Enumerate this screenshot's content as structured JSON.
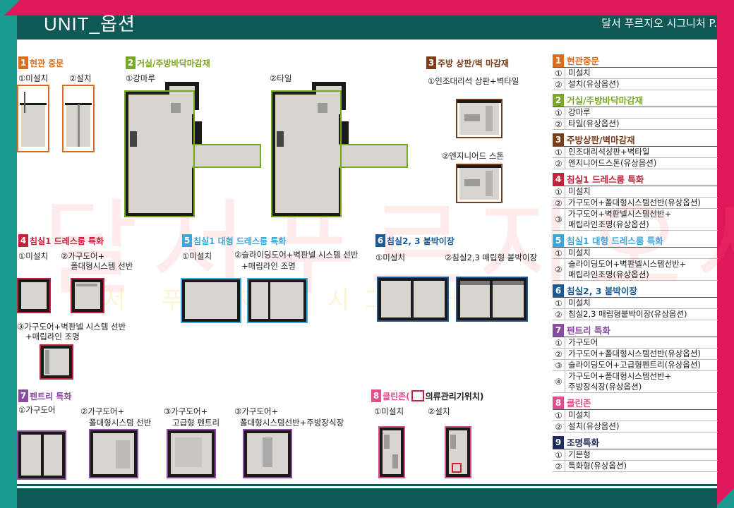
{
  "header": {
    "title": "UNIT_옵션",
    "subtitle": "달서 푸르지오 시그니처 P."
  },
  "watermark": {
    "main": "달서푸르지오시그니처",
    "secondary": "달서 푸르지오 시그니처"
  },
  "colors": {
    "orange": "#e06c1a",
    "green": "#7aa826",
    "brown": "#7a3d18",
    "red": "#c6203a",
    "lightblue": "#3ea6d8",
    "navy": "#1d5a95",
    "purple": "#8a4c9e",
    "pink": "#e14e8e",
    "darknavy": "#1c2a5c",
    "teal": "#1b9a90",
    "magenta": "#e0175a",
    "header": "#0f5a56"
  },
  "sections": {
    "s1": {
      "num": "1",
      "title": "현관 중문",
      "opt1": "①미설치",
      "opt2": "②설치"
    },
    "s2": {
      "num": "2",
      "title": "거실/주방바닥마감재",
      "opt1": "①강마루",
      "opt2": "②타일"
    },
    "s3": {
      "num": "3",
      "title": "주방 상판/벽 마감재",
      "opt1": "①인조대리석 상판+벽타일",
      "opt2": "②엔지니어드 스톤"
    },
    "s4": {
      "num": "4",
      "title": "침실1 드레스룸 특화",
      "opt1": "①미설치",
      "opt2a": "②가구도어+",
      "opt2b": "폴대형시스템 선반",
      "opt3a": "③가구도어+벽판넬 시스템 선반",
      "opt3b": "+매립라인 조명"
    },
    "s5": {
      "num": "5",
      "title": "침실1 대형 드레스룸 특화",
      "opt1": "①미설치",
      "opt2a": "②슬라이딩도어+벽판넬 시스템 선반",
      "opt2b": "+매립라인 조명"
    },
    "s6": {
      "num": "6",
      "title": "침실2, 3 붙박이장",
      "opt1": "①미설치",
      "opt2": "②침실2,3 매립형 붙박이장"
    },
    "s7": {
      "num": "7",
      "title": "펜트리 특화",
      "opt1": "①가구도어",
      "opt2a": "②가구도어+",
      "opt2b": "폴대형시스템 선반",
      "opt3a": "③가구도어+",
      "opt3b": "고급형 펜트리",
      "opt4a": "③가구도어+",
      "opt4b": "폴대형시스템선반+주방장식장"
    },
    "s8": {
      "num": "8",
      "title": "클린존(",
      "title2": "의류관리기위치)",
      "opt1": "①미설치",
      "opt2": "②설치"
    }
  },
  "legend": [
    {
      "num": "1",
      "title": "현관중문",
      "color": "#e06c1a",
      "rows": [
        {
          "c": "①",
          "t": "미설치"
        },
        {
          "c": "②",
          "t": "설치(유상옵션)"
        }
      ]
    },
    {
      "num": "2",
      "title": "거실/주방바닥마감재",
      "color": "#7aa826",
      "rows": [
        {
          "c": "①",
          "t": "강마루"
        },
        {
          "c": "②",
          "t": "타일(유상옵션)"
        }
      ]
    },
    {
      "num": "3",
      "title": "주방상판/벽마감재",
      "color": "#7a3d18",
      "rows": [
        {
          "c": "①",
          "t": "인조대리석상판+벽타일"
        },
        {
          "c": "②",
          "t": "엔지니어드스톤(유상옵션)"
        }
      ]
    },
    {
      "num": "4",
      "title": "침실1 드레스룸 특화",
      "color": "#c6203a",
      "rows": [
        {
          "c": "①",
          "t": "미설치"
        },
        {
          "c": "②",
          "t": "가구도어+폴대형시스템선반(유상옵션)"
        },
        {
          "c": "③",
          "t": "가구도어+벽판넬시스템선반+",
          "t2": "매립라인조명(유상옵션)"
        }
      ]
    },
    {
      "num": "5",
      "title": "침실1 대형 드레스룸 특화",
      "color": "#3ea6d8",
      "rows": [
        {
          "c": "①",
          "t": "미설치"
        },
        {
          "c": "②",
          "t": "슬라이딩도어+벽판넬시스템선반+",
          "t2": "매립라인조명(유상옵션)"
        }
      ]
    },
    {
      "num": "6",
      "title": "침실2, 3 붙박이장",
      "color": "#1d5a95",
      "rows": [
        {
          "c": "①",
          "t": "미설치"
        },
        {
          "c": "②",
          "t": "침실2,3 매립형붙박이장(유상옵션)"
        }
      ]
    },
    {
      "num": "7",
      "title": "펜트리 특화",
      "color": "#8a4c9e",
      "rows": [
        {
          "c": "①",
          "t": "가구도어"
        },
        {
          "c": "②",
          "t": "가구도어+폴대형시스템선반(유상옵션)"
        },
        {
          "c": "③",
          "t": "슬라이딩도어+고급형펜트리(유상옵션)"
        },
        {
          "c": "④",
          "t": "가구도어+폴대형시스템선반+",
          "t2": "주방장식장(유상옵션)"
        }
      ]
    },
    {
      "num": "8",
      "title": "클린존",
      "color": "#e14e8e",
      "rows": [
        {
          "c": "①",
          "t": "미설치"
        },
        {
          "c": "②",
          "t": "설치(유상옵션)"
        }
      ]
    },
    {
      "num": "9",
      "title": "조명특화",
      "color": "#1c2a5c",
      "rows": [
        {
          "c": "①",
          "t": "기본형"
        },
        {
          "c": "②",
          "t": "특화형(유상옵션)"
        }
      ]
    }
  ]
}
